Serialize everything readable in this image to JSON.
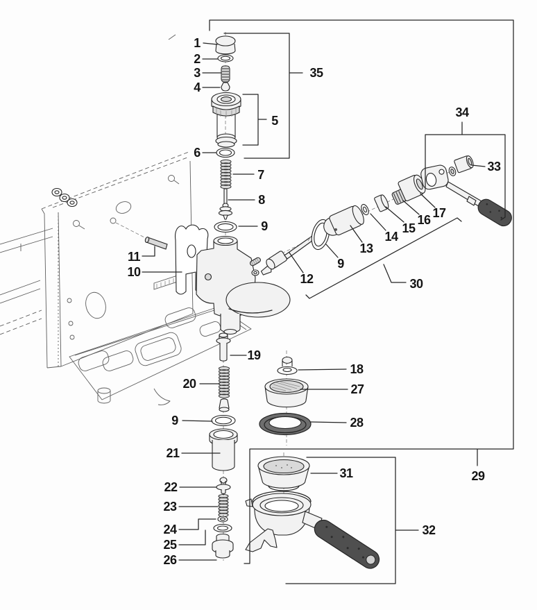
{
  "figure": {
    "type": "exploded-parts-diagram",
    "subject": "Espresso machine brew group exploded view with numbered callouts",
    "background_color": "#fdfdfd",
    "line_color": "#242424",
    "label_color": "#141414",
    "dark_part_color": "#4f4f4f"
  },
  "labels": [
    {
      "id": "part-1",
      "text": "1"
    },
    {
      "id": "part-2",
      "text": "2"
    },
    {
      "id": "part-3",
      "text": "3"
    },
    {
      "id": "part-4",
      "text": "4"
    },
    {
      "id": "part-5",
      "text": "5"
    },
    {
      "id": "part-6",
      "text": "6"
    },
    {
      "id": "part-7",
      "text": "7"
    },
    {
      "id": "part-8",
      "text": "8"
    },
    {
      "id": "part-9-top",
      "text": "9"
    },
    {
      "id": "part-10",
      "text": "10"
    },
    {
      "id": "part-11",
      "text": "11"
    },
    {
      "id": "part-12",
      "text": "12"
    },
    {
      "id": "part-13",
      "text": "13"
    },
    {
      "id": "part-14",
      "text": "14"
    },
    {
      "id": "part-15",
      "text": "15"
    },
    {
      "id": "part-16",
      "text": "16"
    },
    {
      "id": "part-17",
      "text": "17"
    },
    {
      "id": "part-9-piston",
      "text": "9"
    },
    {
      "id": "group-30",
      "text": "30"
    },
    {
      "id": "part-33",
      "text": "33"
    },
    {
      "id": "group-34",
      "text": "34"
    },
    {
      "id": "group-35",
      "text": "35"
    },
    {
      "id": "part-18",
      "text": "18"
    },
    {
      "id": "part-19",
      "text": "19"
    },
    {
      "id": "part-20",
      "text": "20"
    },
    {
      "id": "part-9-lower",
      "text": "9"
    },
    {
      "id": "part-21",
      "text": "21"
    },
    {
      "id": "part-22",
      "text": "22"
    },
    {
      "id": "part-23",
      "text": "23"
    },
    {
      "id": "part-24",
      "text": "24"
    },
    {
      "id": "part-25",
      "text": "25"
    },
    {
      "id": "part-26",
      "text": "26"
    },
    {
      "id": "part-27",
      "text": "27"
    },
    {
      "id": "part-28",
      "text": "28"
    },
    {
      "id": "group-29",
      "text": "29"
    },
    {
      "id": "part-31",
      "text": "31"
    },
    {
      "id": "group-32",
      "text": "32"
    }
  ]
}
